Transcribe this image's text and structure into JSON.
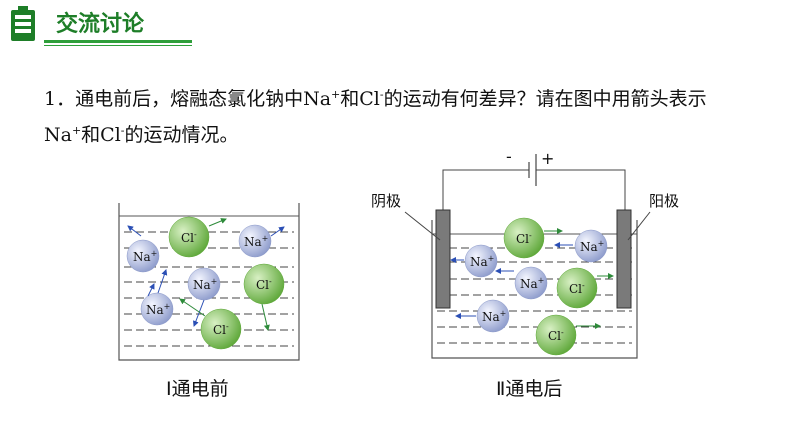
{
  "header": {
    "title": "交流讨论",
    "icon": "battery-icon",
    "accent_color": "#1e7e28"
  },
  "question": {
    "line1_a": "1．通电前后，熔融态氯化钠中Na",
    "line1_sup1": "+",
    "line1_b": "和Cl",
    "line1_sup2": "-",
    "line1_c": "的运动有何差异？请在图中用箭头表示",
    "line2_a": "Na",
    "line2_sup1": "+",
    "line2_b": "和Cl",
    "line2_sup2": "-",
    "line2_c": "的运动情况。"
  },
  "figure1": {
    "caption": "Ⅰ通电前"
  },
  "figure2": {
    "caption": "Ⅱ通电后",
    "cathode_label": "阴极",
    "anode_label": "阳极",
    "minus_sign": "-",
    "plus_sign": "+"
  },
  "ions": {
    "na_label": "Na",
    "na_charge": "+",
    "cl_label": "Cl",
    "cl_charge": "-",
    "na_color": "#9aa8d6",
    "cl_color": "#7cbf5a"
  }
}
